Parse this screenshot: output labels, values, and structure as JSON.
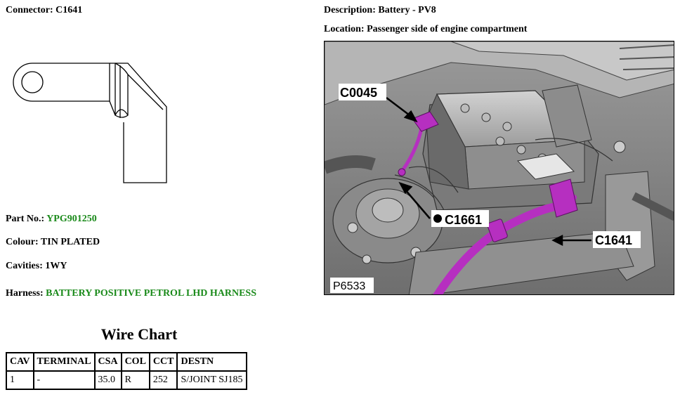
{
  "connector": {
    "label": "Connector:",
    "value": "C1641"
  },
  "description": {
    "label": "Description:",
    "value": "Battery - PV8"
  },
  "location": {
    "label": "Location:",
    "value": "Passenger side of engine compartment"
  },
  "part_no": {
    "label": "Part No.:",
    "value": "YPG901250"
  },
  "colour": {
    "label": "Colour:",
    "value": "TIN PLATED"
  },
  "cavities": {
    "label": "Cavities:",
    "value": "1WY"
  },
  "harness": {
    "label": "Harness:",
    "value": "BATTERY POSITIVE PETROL LHD HARNESS"
  },
  "photo": {
    "callouts": {
      "c0045": "C0045",
      "c1661": "C1661",
      "c1641": "C1641"
    },
    "ref": "P6533"
  },
  "colors": {
    "green_value": "#1a8a1a",
    "harness_highlight": "#b62fc0"
  },
  "wire_chart": {
    "title": "Wire Chart",
    "headers": [
      "CAV",
      "TERMINAL",
      "CSA",
      "COL",
      "CCT",
      "DESTN"
    ],
    "rows": [
      [
        "1",
        "-",
        "35.0",
        "R",
        "252",
        "S/JOINT SJ185"
      ]
    ]
  }
}
